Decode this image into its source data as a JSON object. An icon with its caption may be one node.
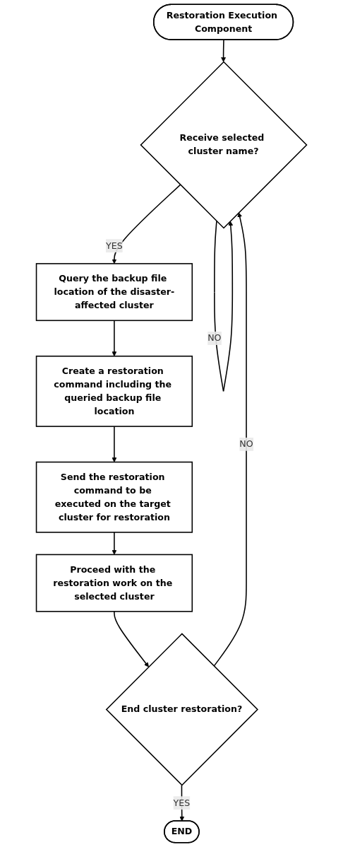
{
  "diagram": {
    "nodes": [
      {
        "text": [
          "Restoration Execution Component"
        ]
      },
      {
        "text": [
          "Receive selected cluster name?"
        ]
      },
      {
        "text": [
          "Query the backup file location of the disaster-affected cluster"
        ]
      },
      {
        "text": [
          "Create a restoration command including the queried backup file location"
        ]
      },
      {
        "text": [
          "Send the restoration command to be executed on the target cluster for restoration"
        ]
      },
      {
        "text": [
          "Proceed with the restoration work on the selected cluster"
        ]
      },
      {
        "text": [
          "End cluster restoration?"
        ]
      },
      {
        "text": [
          "END"
        ]
      }
    ],
    "edges": [
      {
        "from": 0,
        "to": 1,
        "arrow": "to"
      },
      {
        "from": 1,
        "to": 2,
        "arrow": "to",
        "label": "YES"
      },
      {
        "from": 1,
        "to": 1,
        "arrow": "to",
        "label": "NO"
      },
      {
        "from": 2,
        "to": 3,
        "arrow": "to"
      },
      {
        "from": 3,
        "to": 4,
        "arrow": "to"
      },
      {
        "from": 4,
        "to": 5,
        "arrow": "to"
      },
      {
        "from": 5,
        "to": 6,
        "arrow": "to"
      },
      {
        "from": 6,
        "to": 1,
        "arrow": "to",
        "label": "NO"
      },
      {
        "from": 6,
        "to": 7,
        "arrow": "to",
        "label": "YES"
      }
    ]
  }
}
